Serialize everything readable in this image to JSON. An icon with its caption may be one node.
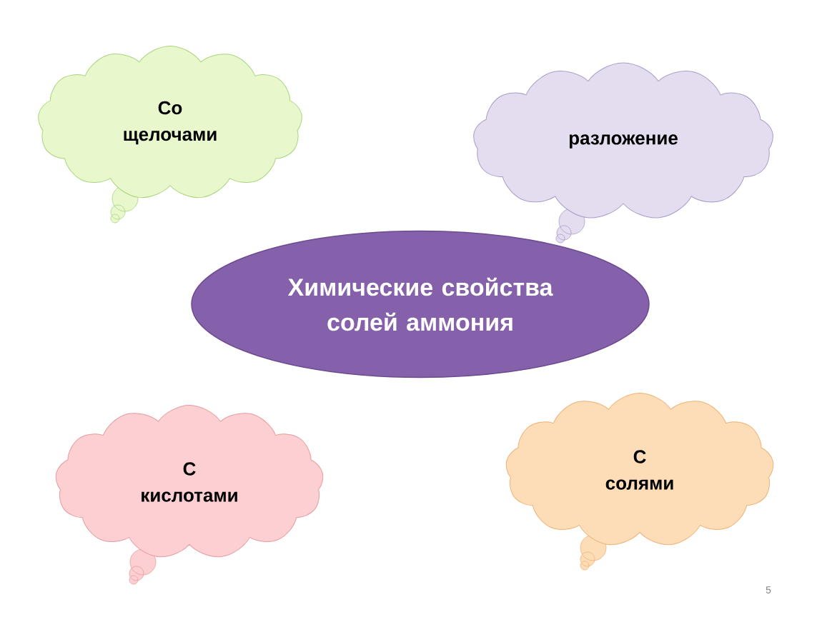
{
  "diagram": {
    "nodes": [
      {
        "text": [
          "Со щелочами"
        ]
      },
      {
        "text": [
          "разложение"
        ]
      },
      {
        "text": [
          "Химические свойства солей аммония"
        ]
      },
      {
        "text": [
          "С кислотами"
        ]
      },
      {
        "text": [
          "С солями"
        ]
      }
    ],
    "labels": [
      "5"
    ]
  }
}
